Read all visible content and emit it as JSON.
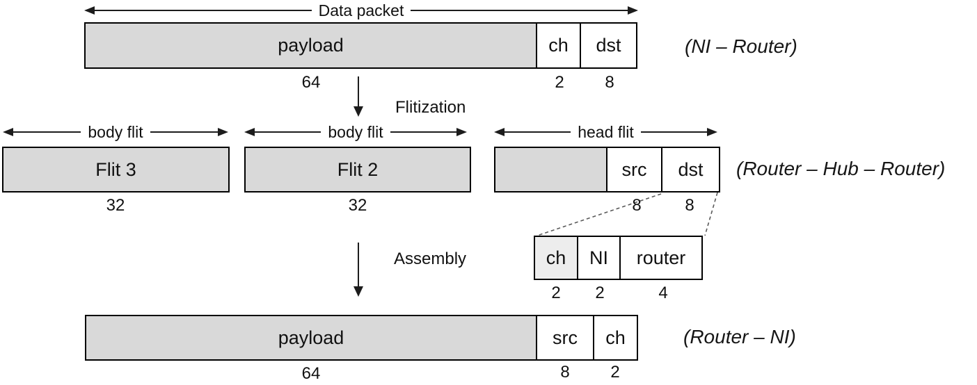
{
  "colors": {
    "box_fill_gray": "#d9d9d9",
    "box_fill_light": "#ededed",
    "box_fill_white": "#ffffff",
    "line_color": "#1c1c1c",
    "dashed_line_color": "#595959"
  },
  "stage1": {
    "arrow_label": "Data packet",
    "fields": [
      {
        "label": "payload",
        "size": "64"
      },
      {
        "label": "ch",
        "size": "2"
      },
      {
        "label": "dst",
        "size": "8"
      }
    ],
    "side_label": "(NI – Router)"
  },
  "transform1": {
    "label": "Flitization"
  },
  "stage2": {
    "body_flits": [
      {
        "arrow_label": "body flit",
        "label": "Flit 3",
        "size": "32"
      },
      {
        "arrow_label": "body flit",
        "label": "Flit 2",
        "size": "32"
      }
    ],
    "head_flit": {
      "arrow_label": "head flit",
      "fields": [
        {
          "label": "",
          "size": ""
        },
        {
          "label": "src",
          "size": "8"
        },
        {
          "label": "dst",
          "size": "8"
        }
      ]
    },
    "side_label": "(Router – Hub – Router)"
  },
  "detail_box": {
    "fields": [
      {
        "label": "ch",
        "size": "2"
      },
      {
        "label": "NI",
        "size": "2"
      },
      {
        "label": "router",
        "size": "4"
      }
    ]
  },
  "transform2": {
    "label": "Assembly"
  },
  "stage3": {
    "fields": [
      {
        "label": "payload",
        "size": "64"
      },
      {
        "label": "src",
        "size": "8"
      },
      {
        "label": "ch",
        "size": "2"
      }
    ],
    "side_label": "(Router – NI)"
  }
}
